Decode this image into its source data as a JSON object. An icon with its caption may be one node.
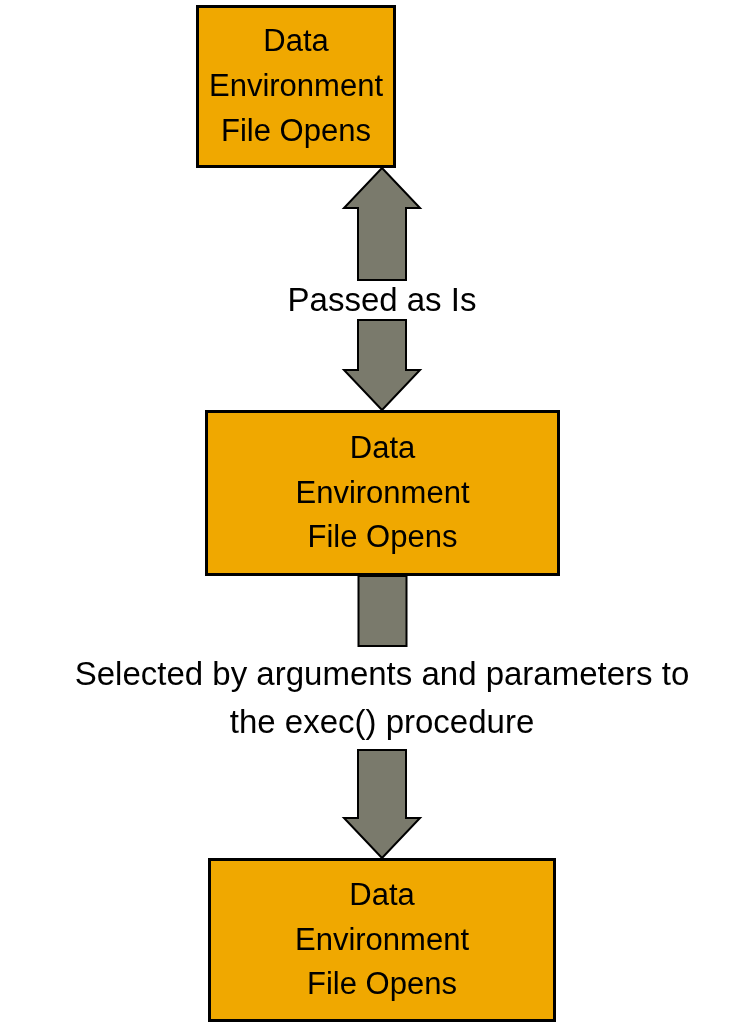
{
  "diagram": {
    "nodes": [
      {
        "text": [
          "Data Environment File Opens"
        ]
      },
      {
        "text": [
          "Passed as Is"
        ]
      },
      {
        "text": [
          "Data Environment File Opens"
        ]
      },
      {
        "text": [
          "Selected by arguments and parameters to the exec() procedure"
        ]
      },
      {
        "text": [
          "Data Environment File Opens"
        ]
      }
    ],
    "edges": [
      {
        "from": 1,
        "to": 0,
        "arrow": "to"
      },
      {
        "from": 1,
        "to": 2,
        "arrow": "to"
      },
      {
        "from": 2,
        "to": 3,
        "arrow": "none"
      },
      {
        "from": 3,
        "to": 4,
        "arrow": "to"
      }
    ]
  }
}
